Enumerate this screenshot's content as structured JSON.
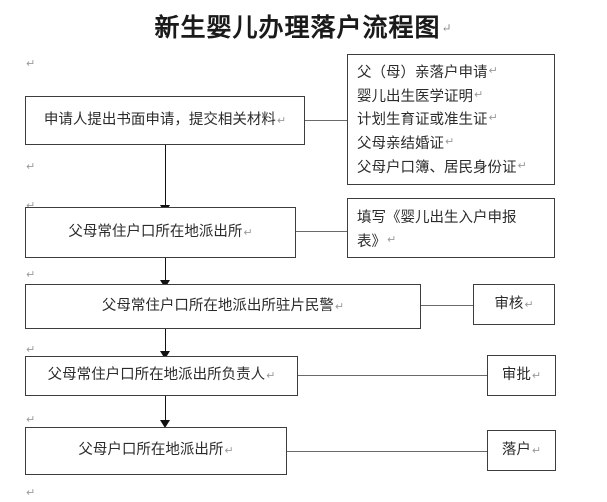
{
  "document": {
    "title": "新生婴儿办理落户流程图",
    "title_mark": "↵",
    "paragraph_mark": "↵"
  },
  "flow": {
    "steps": [
      {
        "id": "step-1",
        "label": "申请人提出书面申请，提交相关材料",
        "mark": "↵"
      },
      {
        "id": "step-2",
        "label": "父母常住户口所在地派出所",
        "mark": "↵"
      },
      {
        "id": "step-3",
        "label": "父母常住户口所在地派出所驻片民警",
        "mark": "↵"
      },
      {
        "id": "step-4",
        "label": "父母常住户口所在地派出所负责人",
        "mark": "↵"
      },
      {
        "id": "step-5",
        "label": "父母户口所在地派出所",
        "mark": "↵"
      }
    ]
  },
  "side_notes": {
    "documents": {
      "id": "required-documents",
      "lines": [
        "父（母）亲落户申请",
        "婴儿出生医学证明",
        "计划生育证或准生证",
        "父母亲结婚证",
        "父母户口簿、居民身份证"
      ],
      "mark": "↵"
    },
    "form": {
      "id": "application-form",
      "line_1": "填写《婴儿出生入户申报",
      "line_2": "表》",
      "mark": "↵"
    },
    "review": {
      "id": "review",
      "label": "审核",
      "mark": "↵"
    },
    "approval": {
      "id": "approval",
      "label": "审批",
      "mark": "↵"
    },
    "settlement": {
      "id": "settlement",
      "label": "落户",
      "mark": "↵"
    }
  },
  "style": {
    "page_background": "#ffffff",
    "box_border": "#3d3d3d",
    "connector_color": "#6a6a6a",
    "arrow_color": "#111111",
    "text_color": "#2b2b2b",
    "pilcrow_color": "#9a9a9a"
  }
}
